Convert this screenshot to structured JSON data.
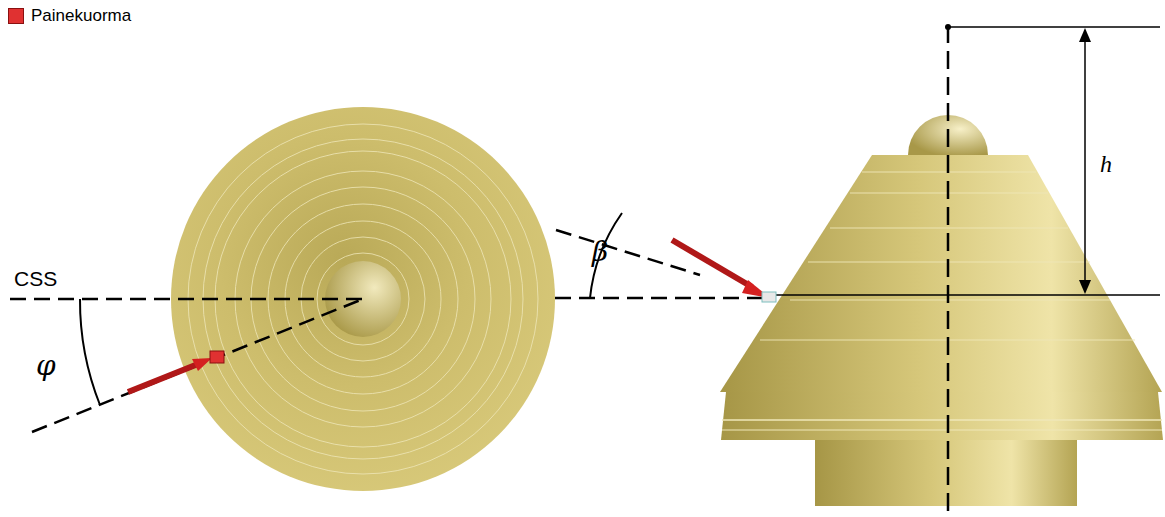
{
  "diagram": {
    "labels": [
      "CSS",
      "φ",
      "β",
      "h"
    ],
    "legend": [
      {
        "text": "Painekuorma",
        "color": "#e03131"
      }
    ]
  }
}
